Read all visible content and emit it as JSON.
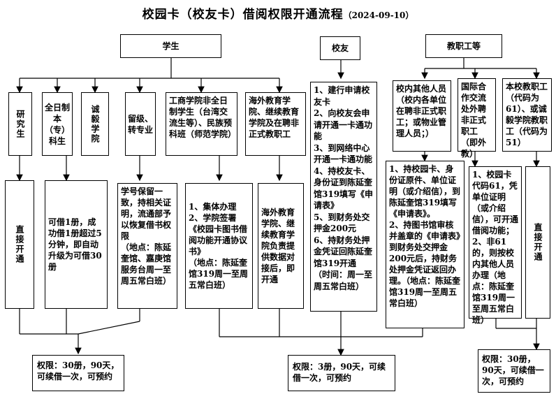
{
  "title": "校园卡（校友卡）借阅权限开通流程",
  "date": "（2024-09-10）",
  "top": {
    "student": "学生",
    "alumni": "校友",
    "staff": "教职工等"
  },
  "student_cats": {
    "grad": "研究生",
    "fulltime": "全日制本（专）科生",
    "chengyi": "诚毅学院",
    "liuji": "留级、转专业",
    "gongshang": "工商学院非全日制学生（台湾交流生等）、民族预科班（师范学院）",
    "haiwai": "海外教育学院、继续教育学院及在聘非正式教职工"
  },
  "student_proc": {
    "grad": "直接开通",
    "fulltime": "可借1册，成功借1册超过5分钟，即自动升级为可借30册",
    "liuji": "学号保留一致，持相关证明，流通部予以恢复借书权限\n（地点：陈延奎馆、嘉庚馆服务台周一至周五常白班）",
    "gongshang": "1、集体办理\n2、学院签署《校园卡图书借阅功能开通协议书》\n（地点：陈延奎馆319周一至周五常白班）",
    "haiwai": "海外教育学院、继续教育学院负责提供数据对接后，即开通"
  },
  "alumni_proc": "1、建行申请校友卡\n2、向校友会申请开通一卡通功能\n3、到网络中心开通一卡通功能\n4、持校友卡、身份证到陈延奎馆319填写《申请表》\n5、到财务处交押金200元\n6、持财务处押金凭证回陈延奎馆319开通\n（时间：周一至周五常白班）",
  "staff_cats": {
    "other": "校内其他人员（校内各单位在聘非正式职工；或物业管理人员；）",
    "intl": "国际合作交流处外聘非正式职工（即外教）",
    "local": "本校教职工（代码为61）、或诚毅学院教职工（代码为51）"
  },
  "staff_proc": {
    "other": "1、持校园卡、身份证原件、单位证明（或介绍信），到陈延奎馆319填写《申请表》。\n2、持图书馆审核并盖章的《申请表》到财务处交押金200元后，持财务处押金凭证返回办理。（地点：陈延奎馆319周一至周五常白班）",
    "intl": "1、校园卡代码61，凭单位证明（或介绍信），可开通借阅功能；\n2、非61的，则按校内其他人员办理（地点：陈延奎馆319周一至周五常白班）",
    "local": "直接开通"
  },
  "perms": {
    "student": "权限：30册，90天，可续借一次，可预约",
    "alumni": "权限：3册，90天，可续借一次，可预约",
    "staff": "权限：30册，90天，可续借一次，可预约"
  }
}
